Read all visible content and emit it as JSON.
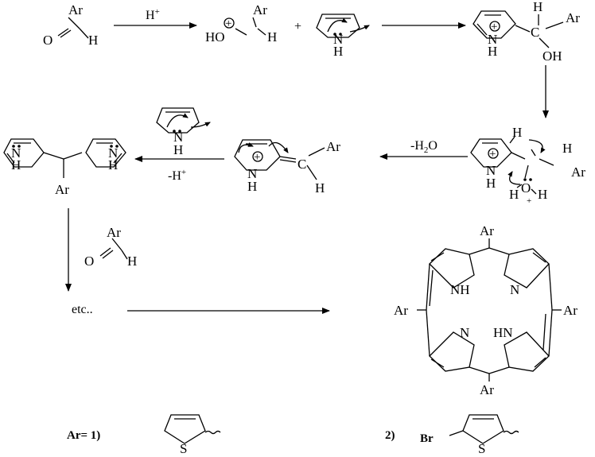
{
  "reagents": {
    "acid": "H",
    "acid_charge": "+",
    "plus_sign": "+",
    "water_loss": "-H",
    "water_sub": "2",
    "water_O": "O",
    "proton_loss": "-H",
    "proton_charge": "+"
  },
  "atoms": {
    "ar": "Ar",
    "o": "O",
    "h": "H",
    "n": "N",
    "c": "C",
    "s": "S",
    "oh": "OH",
    "ho": "HO",
    "nh": "NH",
    "hn": "HN",
    "br": "Br"
  },
  "labels": {
    "etc": "etc..",
    "ar_def": "Ar= 1)",
    "option2": "2)"
  },
  "colors": {
    "ink": "#000000",
    "background": "#ffffff"
  }
}
